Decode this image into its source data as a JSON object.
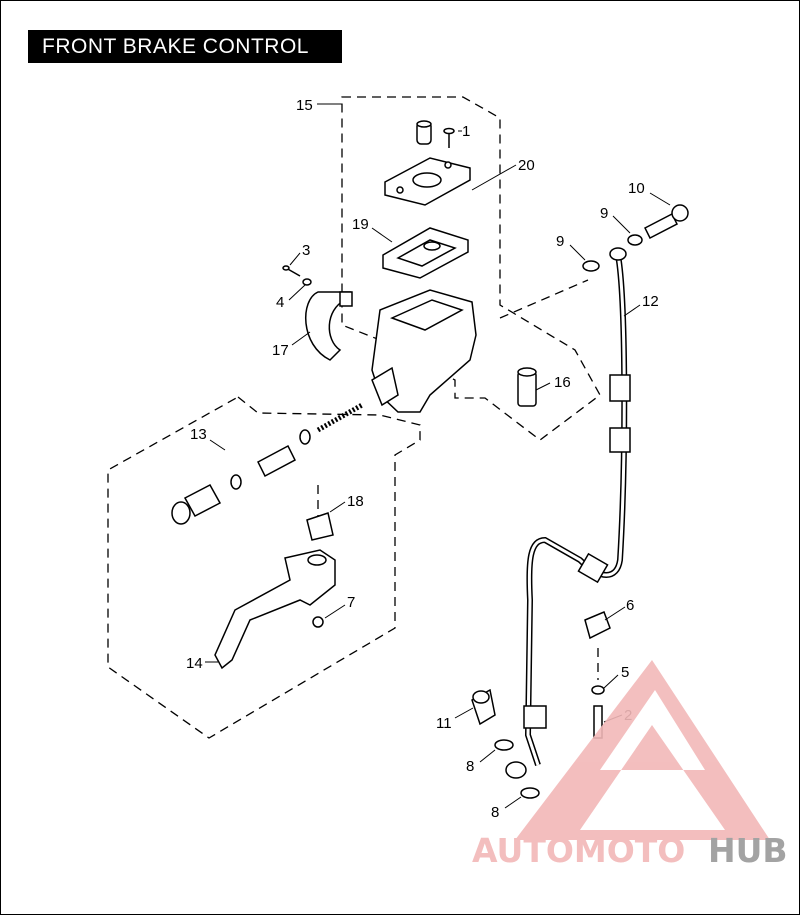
{
  "title": "FRONT BRAKE CONTROL",
  "callouts": {
    "c1": "1",
    "c2": "2",
    "c3": "3",
    "c4": "4",
    "c5": "5",
    "c6": "6",
    "c7": "7",
    "c8a": "8",
    "c8b": "8",
    "c9a": "9",
    "c9b": "9",
    "c10": "10",
    "c11": "11",
    "c12": "12",
    "c13": "13",
    "c14": "14",
    "c15": "15",
    "c16": "16",
    "c17": "17",
    "c18": "18",
    "c19": "19",
    "c20": "20"
  },
  "watermark": {
    "part1": "AUTOMOTO",
    "part2": "HUB",
    "color_primary": "#f2b8b8",
    "color_secondary": "#9a9a9a"
  }
}
